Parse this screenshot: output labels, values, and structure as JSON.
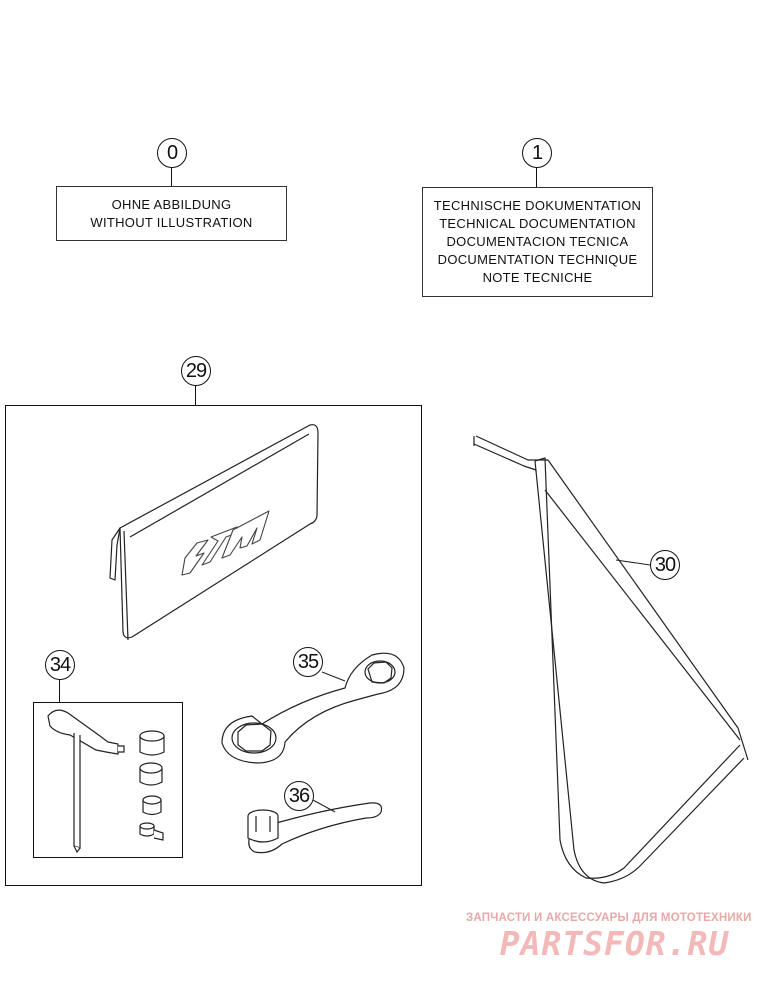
{
  "callouts": {
    "c0": "0",
    "c1": "1",
    "c29": "29",
    "c30": "30",
    "c34": "34",
    "c35": "35",
    "c36": "36"
  },
  "notes": {
    "item0": {
      "line1": "OHNE ABBILDUNG",
      "line2": "WITHOUT ILLUSTRATION"
    },
    "item1": {
      "line1": "TECHNISCHE DOKUMENTATION",
      "line2": "TECHNICAL DOCUMENTATION",
      "line3": "DOCUMENTACION TECNICA",
      "line4": "DOCUMENTATION TECHNIQUE",
      "line5": "NOTE TECNICHE"
    }
  },
  "logo_text": "KTM",
  "watermark": {
    "line1": "ЗАПЧАСТИ И АКСЕССУАРЫ ДЛЯ МОТОТЕХНИКИ",
    "line2": "PARTSFOR.RU"
  }
}
